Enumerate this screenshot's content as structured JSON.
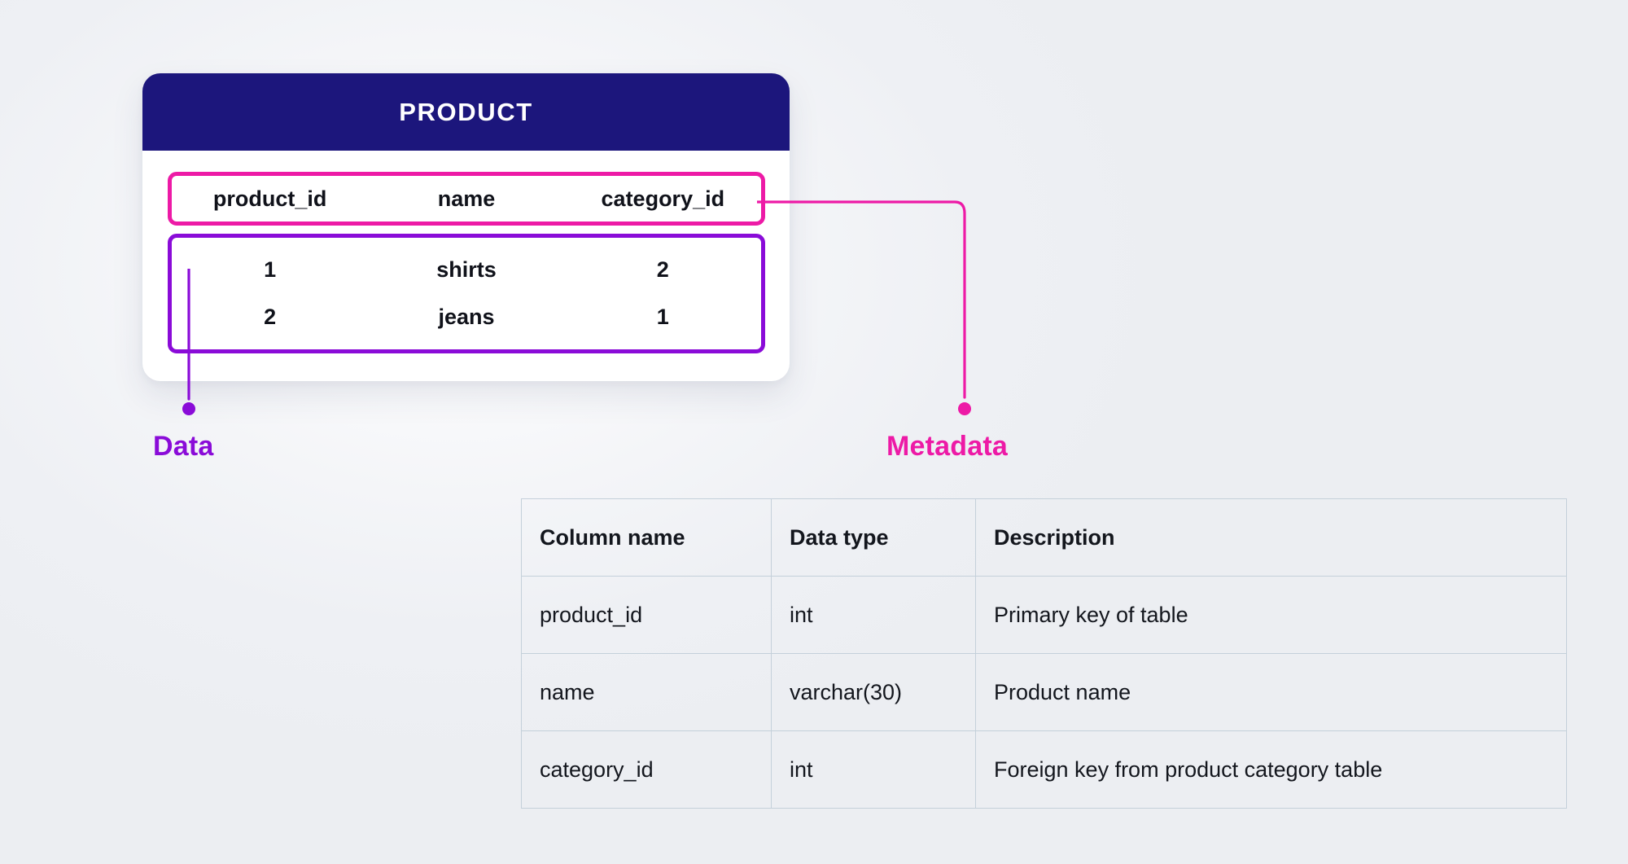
{
  "colors": {
    "background": "#f1f2f5",
    "entity_header_navy": "#1c167c",
    "metadata_pink": "#ed1aa6",
    "data_purple": "#8a0bd8",
    "table_border": "#c4d0da",
    "text": "#13161d",
    "card_white": "#ffffff"
  },
  "entity": {
    "title": "PRODUCT",
    "columns": [
      "product_id",
      "name",
      "category_id"
    ],
    "rows": [
      [
        "1",
        "shirts",
        "2"
      ],
      [
        "2",
        "jeans",
        "1"
      ]
    ]
  },
  "callouts": {
    "data_label": "Data",
    "metadata_label": "Metadata"
  },
  "metadata_table": {
    "headers": [
      "Column name",
      "Data type",
      "Description"
    ],
    "rows": [
      {
        "column_name": "product_id",
        "data_type": "int",
        "description": "Primary key of table"
      },
      {
        "column_name": "name",
        "data_type": "varchar(30)",
        "description": "Product name"
      },
      {
        "column_name": "category_id",
        "data_type": "int",
        "description": "Foreign key from product category table"
      }
    ]
  }
}
